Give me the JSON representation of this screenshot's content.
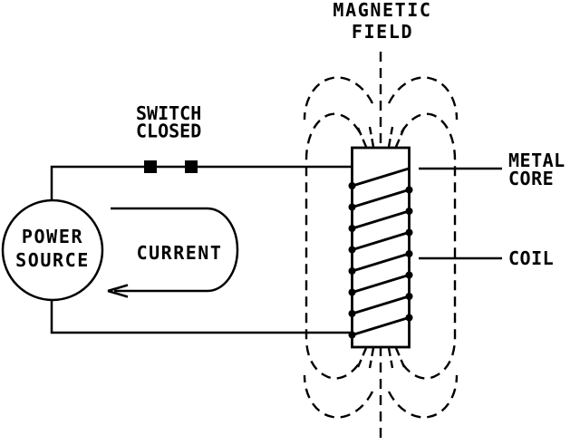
{
  "title": {
    "line1": "MAGNETIC",
    "line2": "FIELD"
  },
  "labels": {
    "switch": {
      "line1": "SWITCH",
      "line2": "CLOSED"
    },
    "power_source": {
      "line1": "POWER",
      "line2": "SOURCE"
    },
    "current": "CURRENT",
    "metal_core": {
      "line1": "METAL",
      "line2": "CORE"
    },
    "coil": "COIL"
  },
  "colors": {
    "ink": "#000000",
    "background": "#ffffff"
  }
}
